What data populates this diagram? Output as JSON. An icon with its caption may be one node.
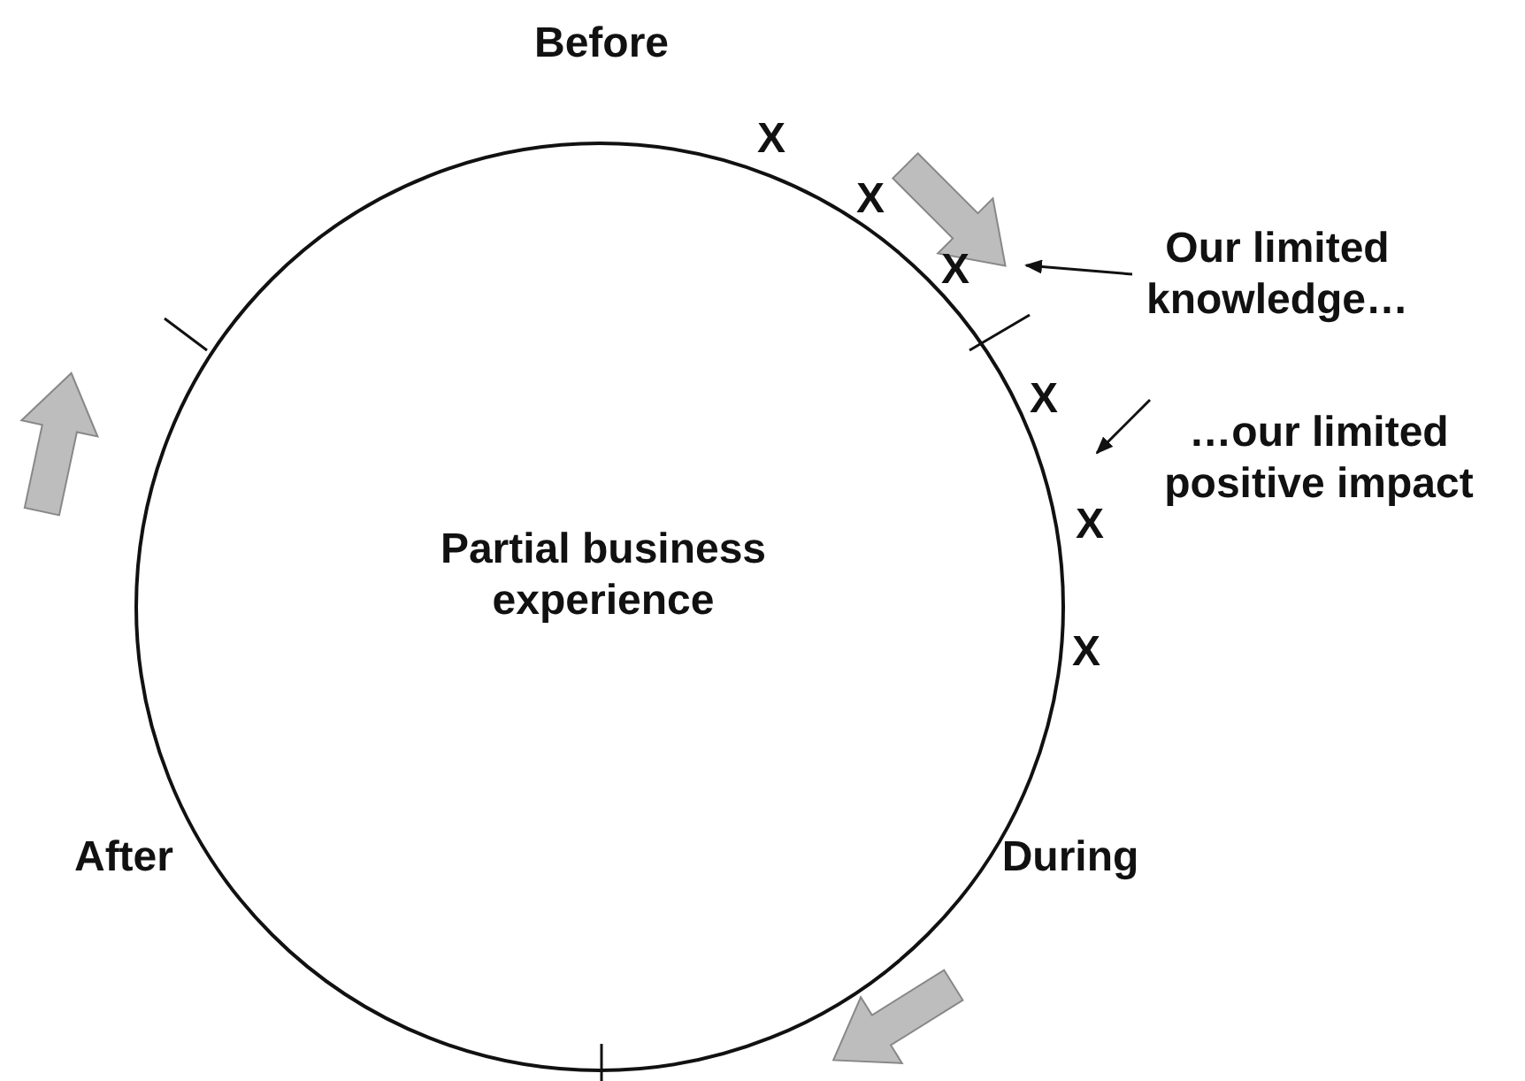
{
  "diagram": {
    "nodes": [
      {
        "text": [
          "Partial business experience"
        ]
      },
      {
        "text": [
          "Our limited knowledge…"
        ]
      },
      {
        "text": [
          "…our limited positive impact"
        ]
      }
    ],
    "edges": [
      {
        "from": 1,
        "to": null,
        "arrow": "to"
      },
      {
        "from": 2,
        "to": null,
        "arrow": "to"
      }
    ],
    "labels": [
      "Before",
      "X",
      "X",
      "X",
      "X",
      "X",
      "X",
      "After",
      "During"
    ]
  }
}
